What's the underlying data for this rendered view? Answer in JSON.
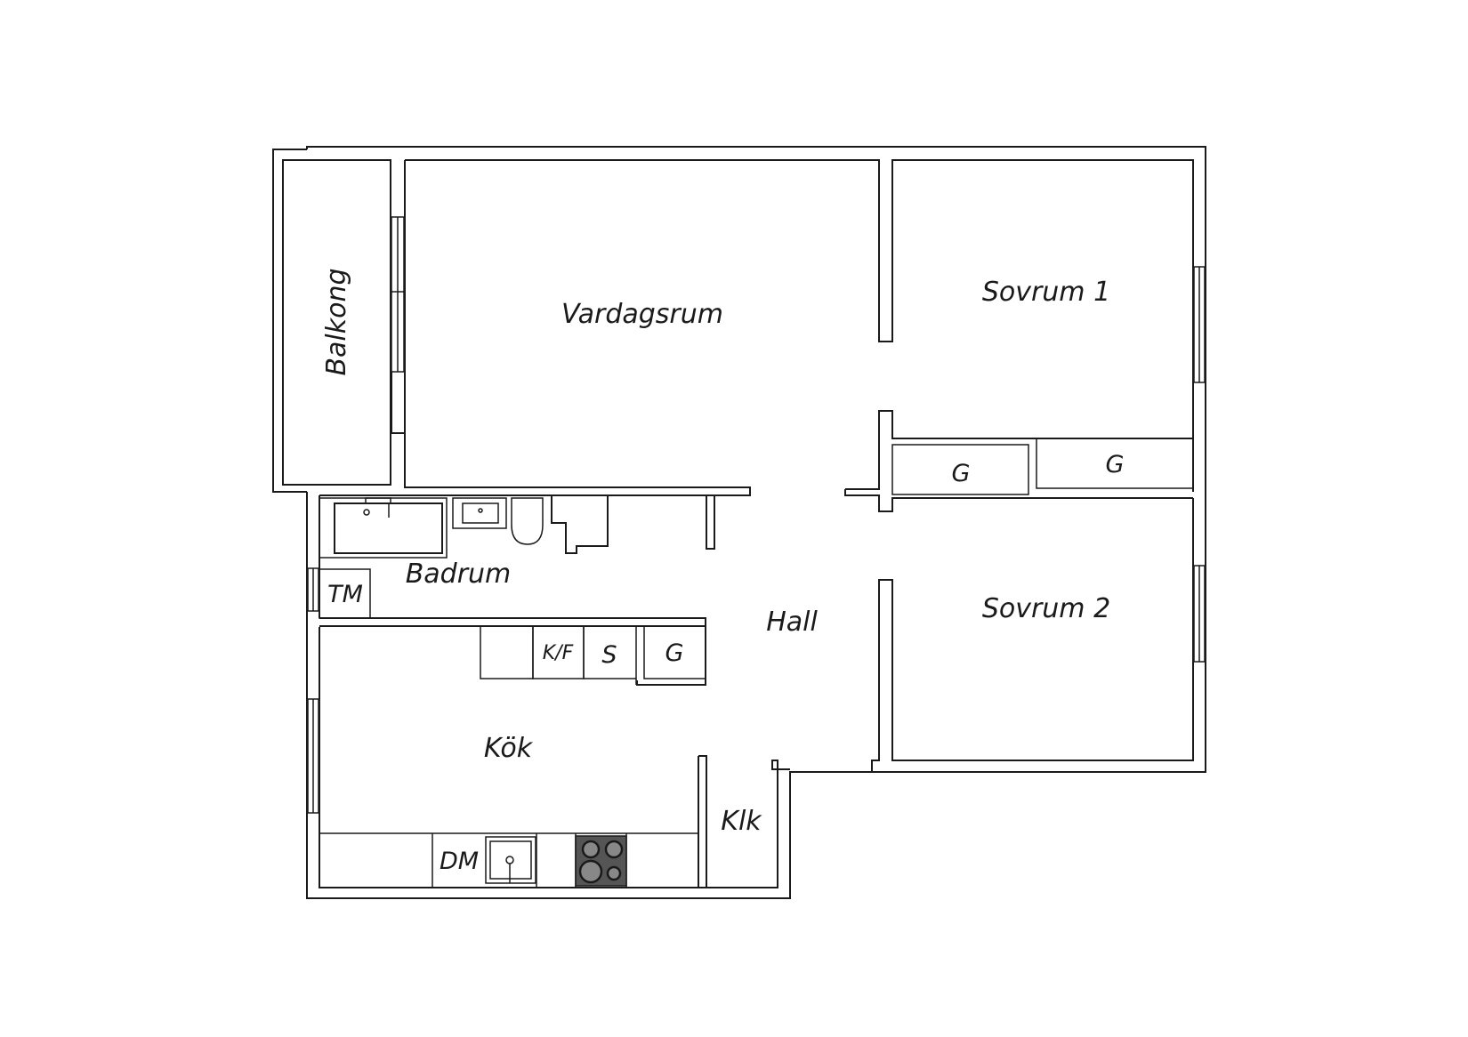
{
  "plan": {
    "rooms": {
      "balkong": "Balkong",
      "vardagsrum": "Vardagsrum",
      "sovrum1": "Sovrum 1",
      "sovrum2": "Sovrum 2",
      "badrum": "Badrum",
      "hall": "Hall",
      "kok": "Kök",
      "klk": "Klk"
    },
    "fixtures": {
      "tm": "TM",
      "kf": "K/F",
      "s": "S",
      "g_kitchen": "G",
      "g_closet1": "G",
      "g_closet2": "G",
      "dm": "DM"
    }
  }
}
